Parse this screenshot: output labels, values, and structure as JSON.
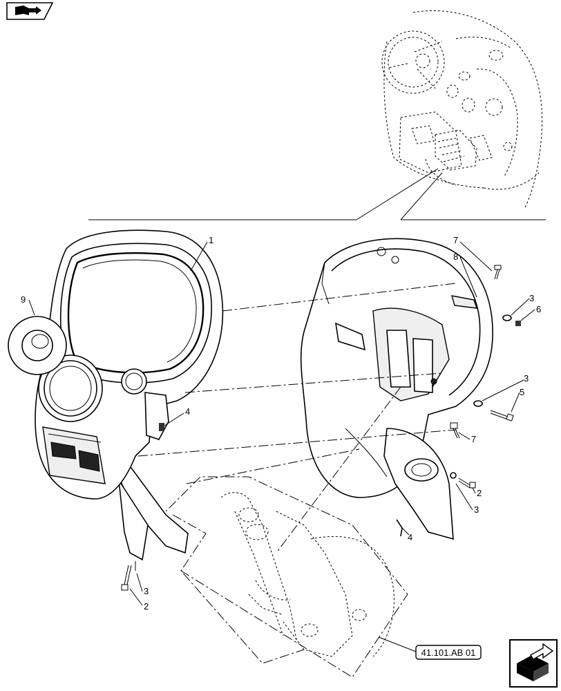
{
  "diagram": {
    "reference_label": "41.101.AB 01",
    "callouts": [
      {
        "id": "c1",
        "text": "1"
      },
      {
        "id": "c9",
        "text": "9"
      },
      {
        "id": "c4a",
        "text": "4"
      },
      {
        "id": "c3a",
        "text": "3"
      },
      {
        "id": "c2a",
        "text": "2"
      },
      {
        "id": "c7a",
        "text": "7"
      },
      {
        "id": "c8",
        "text": "8"
      },
      {
        "id": "c3b",
        "text": "3"
      },
      {
        "id": "c6",
        "text": "6"
      },
      {
        "id": "c3c",
        "text": "3"
      },
      {
        "id": "c5",
        "text": "5"
      },
      {
        "id": "c7b",
        "text": "7"
      },
      {
        "id": "c2b",
        "text": "2"
      },
      {
        "id": "c3d",
        "text": "3"
      },
      {
        "id": "c4b",
        "text": "4"
      }
    ]
  },
  "icons": {
    "top_left": "book-arrow-icon",
    "bottom_right": "next-page-arrow-icon"
  }
}
